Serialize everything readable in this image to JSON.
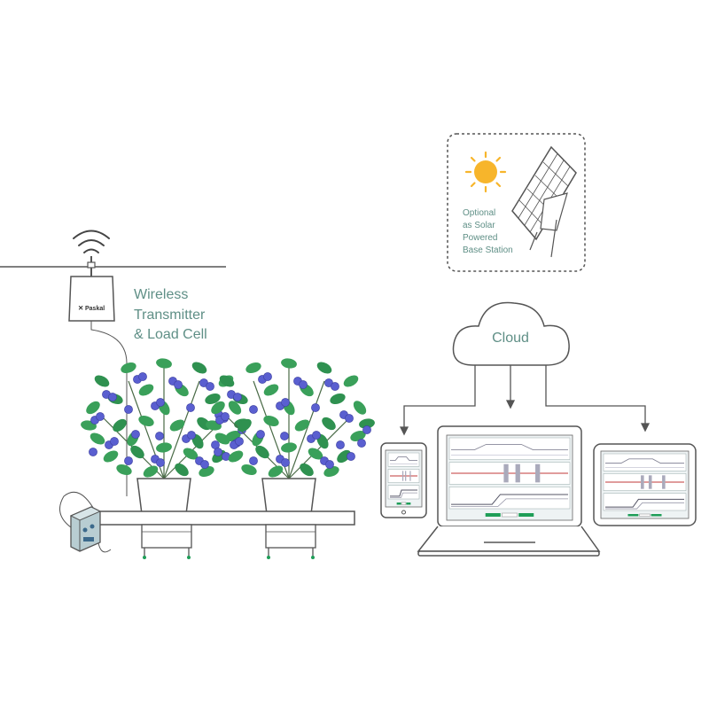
{
  "transmitter": {
    "label_lines": [
      "Wireless",
      "Transmitter",
      "& Load Cell"
    ],
    "brand": "Paskal"
  },
  "solar": {
    "label_lines": [
      "Optional",
      "as Solar",
      "Powered",
      "Base Station"
    ]
  },
  "cloud": {
    "label": "Cloud"
  },
  "colors": {
    "label_teal": "#5f8f86",
    "leaf_green": "#3aa05a",
    "berry_blue": "#5a5fd0",
    "sun_yellow": "#f7b52b",
    "device_green": "#1f9e58",
    "graph_red": "#c23a3a"
  }
}
